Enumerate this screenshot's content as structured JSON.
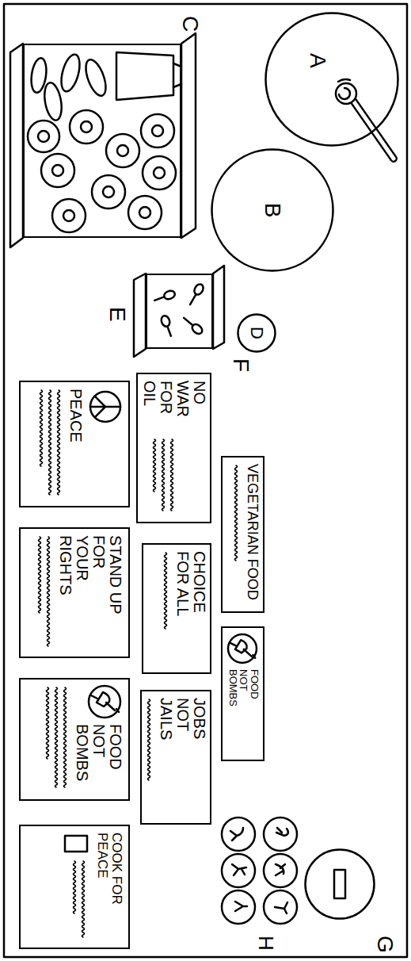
{
  "diagram": {
    "nodes": [
      {
        "text": [
          "A"
        ]
      },
      {
        "text": [
          "B"
        ]
      },
      {
        "text": [
          "C"
        ]
      },
      {
        "text": [
          "D"
        ]
      },
      {
        "text": [
          "E"
        ]
      },
      {
        "text": [
          "VEGETARIAN FOOD"
        ]
      },
      {
        "text": [
          "FOOD NOT BOMBS"
        ]
      },
      {
        "text": [
          "NO WAR FOR OIL"
        ]
      },
      {
        "text": [
          "CHOICE FOR ALL"
        ]
      },
      {
        "text": [
          "JOBS NOT JAILS"
        ]
      },
      {
        "text": [
          "PEACE"
        ]
      },
      {
        "text": [
          "STAND UP FOR YOUR RIGHTS"
        ]
      },
      {
        "text": [
          "FOOD NOT BOMBS"
        ]
      },
      {
        "text": [
          "COOK FOR PEACE"
        ]
      },
      {
        "text": [
          "G"
        ]
      }
    ],
    "labels": [
      "F",
      "H"
    ]
  }
}
